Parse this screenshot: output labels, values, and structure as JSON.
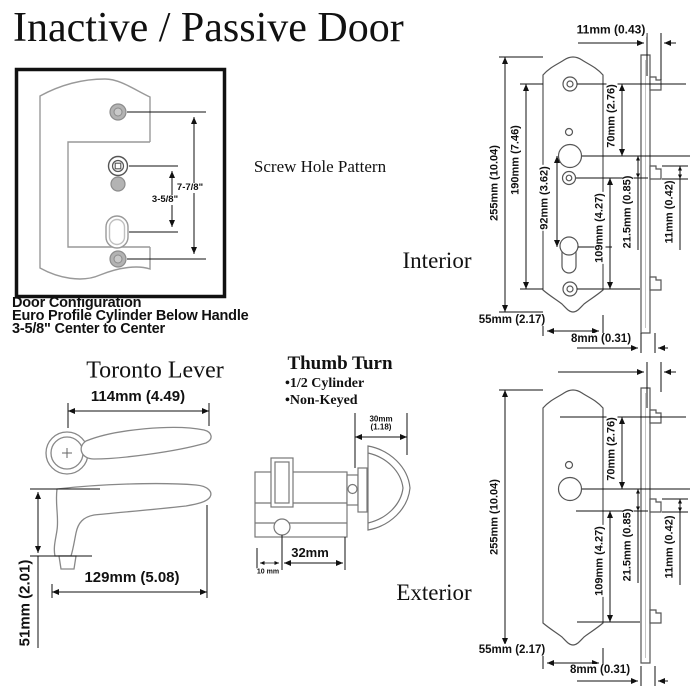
{
  "title": "Inactive / Passive Door",
  "screw_pattern": {
    "caption": "Screw Hole Pattern",
    "dim_center_full": "7-7/8\"",
    "dim_center_partial": "3-5/8\""
  },
  "door_config": {
    "line1": "Door Configuration",
    "line2": "Euro Profile Cylinder Below Handle",
    "line3": "3-5/8\" Center to Center"
  },
  "toronto_lever": {
    "title": "Toronto Lever",
    "dim_width": "114mm (4.49)",
    "dim_length": "129mm (5.08)",
    "dim_height": "51mm (2.01)"
  },
  "thumb_turn": {
    "title": "Thumb Turn",
    "bullet_1": "•1/2 Cylinder",
    "bullet_2": "•Non-Keyed",
    "dim_knob_line1": "30mm",
    "dim_knob_line2": "(1.18)",
    "dim_body": "32mm",
    "dim_offset": "10 mm"
  },
  "interior": {
    "label": "Interior",
    "dim_backset_top": "11mm (0.43)",
    "dim_height": "255mm (10.04)",
    "dim_screws": "190mm (7.46)",
    "dim_centers": "92mm (3.62)",
    "dim_top_to_handle": "70mm (2.76)",
    "dim_handle_to_bottom": "109mm (4.27)",
    "dim_handle_offset": "21.5mm (0.85)",
    "dim_tab": "11mm (0.42)",
    "dim_width": "55mm (2.17)",
    "dim_thickness": "8mm (0.31)"
  },
  "exterior": {
    "label": "Exterior",
    "dim_height": "255mm (10.04)",
    "dim_top_to_handle": "70mm (2.76)",
    "dim_handle_to_bottom": "109mm (4.27)",
    "dim_handle_offset": "21.5mm (0.85)",
    "dim_tab": "11mm (0.42)",
    "dim_width": "55mm (2.17)",
    "dim_thickness": "8mm (0.31)"
  }
}
